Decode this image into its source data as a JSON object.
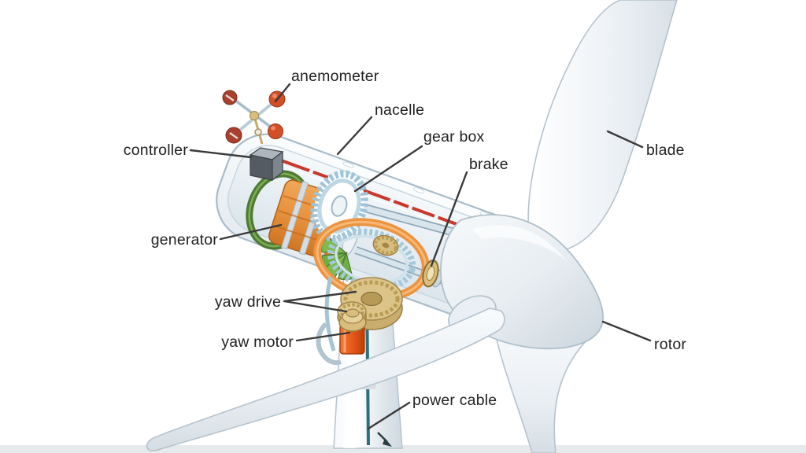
{
  "diagram": {
    "subject_labels": {
      "anemometer": "anemometer",
      "nacelle": "nacelle",
      "gear_box": "gear box",
      "brake": "brake",
      "blade": "blade",
      "controller": "controller",
      "generator": "generator",
      "yaw_drive": "yaw drive",
      "yaw_motor": "yaw motor",
      "rotor": "rotor",
      "power_cable": "power cable"
    },
    "colors": {
      "label_text": "#222222",
      "leader_line": "#3a3a3a",
      "shell_outline": "#aebfcb",
      "shell_fill": "#eef3f7",
      "stripe_red": "#c9382c",
      "generator_coil_orange": "#e8923d",
      "generator_ring_green": "#4e7b34",
      "gearbox_blue": "#9fc4d8",
      "yaw_ring_orange": "#ec9440",
      "gear_tan": "#d8bd7e",
      "yaw_motor_orange": "#e85c1d",
      "anemometer_cup_red": "#c94f2e",
      "power_cable_teal": "#2f6e7a"
    }
  }
}
